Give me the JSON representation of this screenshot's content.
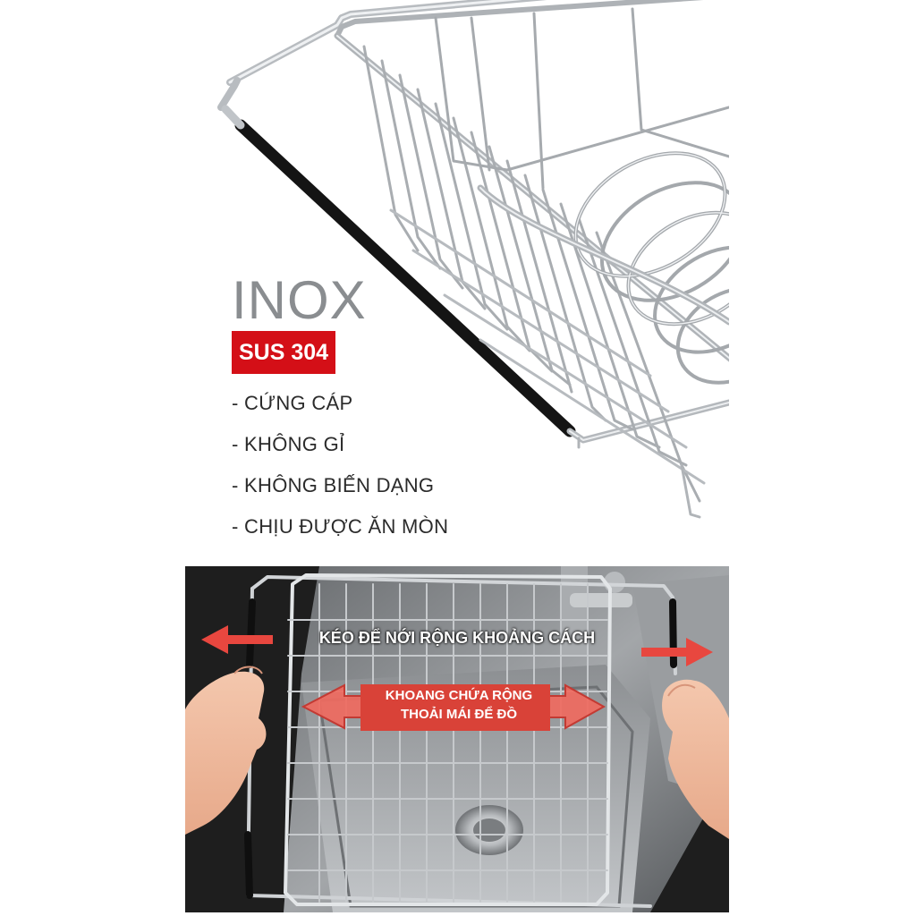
{
  "material": {
    "title": "INOX",
    "grade_badge": "SUS 304"
  },
  "features": [
    "- CỨNG CÁP",
    "- KHÔNG GỈ",
    "- KHÔNG BIẾN DẠNG",
    "- CHỊU ĐƯỢC ĂN MÒN"
  ],
  "demo": {
    "pull_caption": "KÉO ĐỂ NỚI RỘNG KHOẢNG CÁCH",
    "capacity_line1": "KHOANG CHỨA RỘNG",
    "capacity_line2": "THOẢI MÁI ĐỂ ĐỒ"
  },
  "colors": {
    "badge_red": "#d40f17",
    "arrow_red": "#e8473f",
    "inox_gray": "#8a8d90",
    "sink_dark": "#202020"
  }
}
